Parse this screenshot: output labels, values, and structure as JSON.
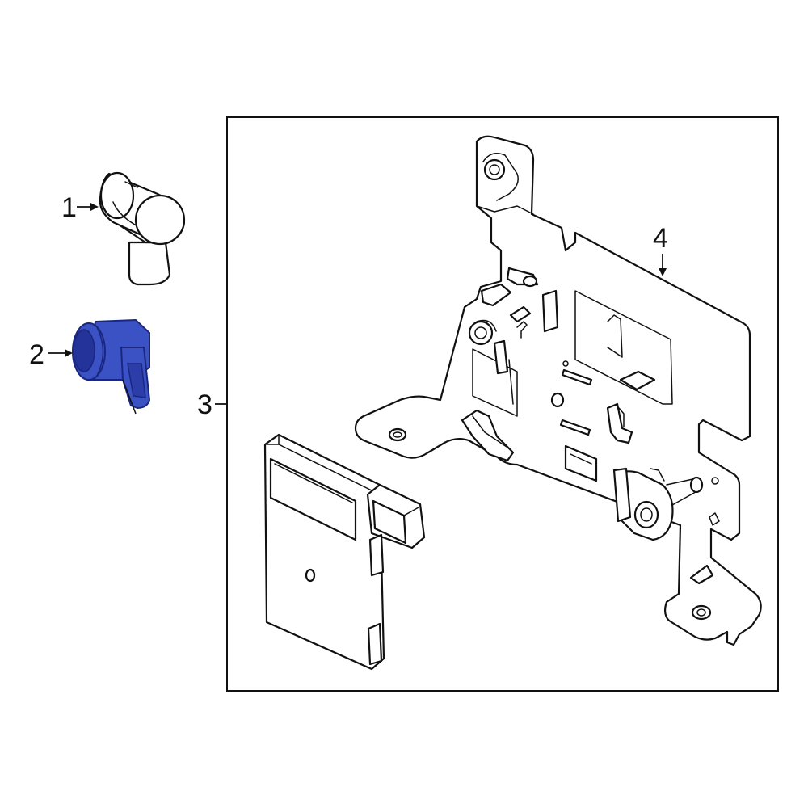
{
  "callouts": {
    "c1": "1",
    "c2": "2",
    "c3": "3",
    "c4": "4"
  },
  "parts": [
    {
      "callout": "1",
      "name": "sensor",
      "highlighted": false
    },
    {
      "callout": "2",
      "name": "sensor",
      "highlighted": true
    },
    {
      "callout": "3",
      "name": "module-assembly",
      "highlighted": false
    },
    {
      "callout": "4",
      "name": "bracket",
      "highlighted": false
    }
  ],
  "colors": {
    "highlight": "#3a52c4",
    "highlight_dark": "#23339a",
    "line": "#111111",
    "background": "#ffffff"
  }
}
